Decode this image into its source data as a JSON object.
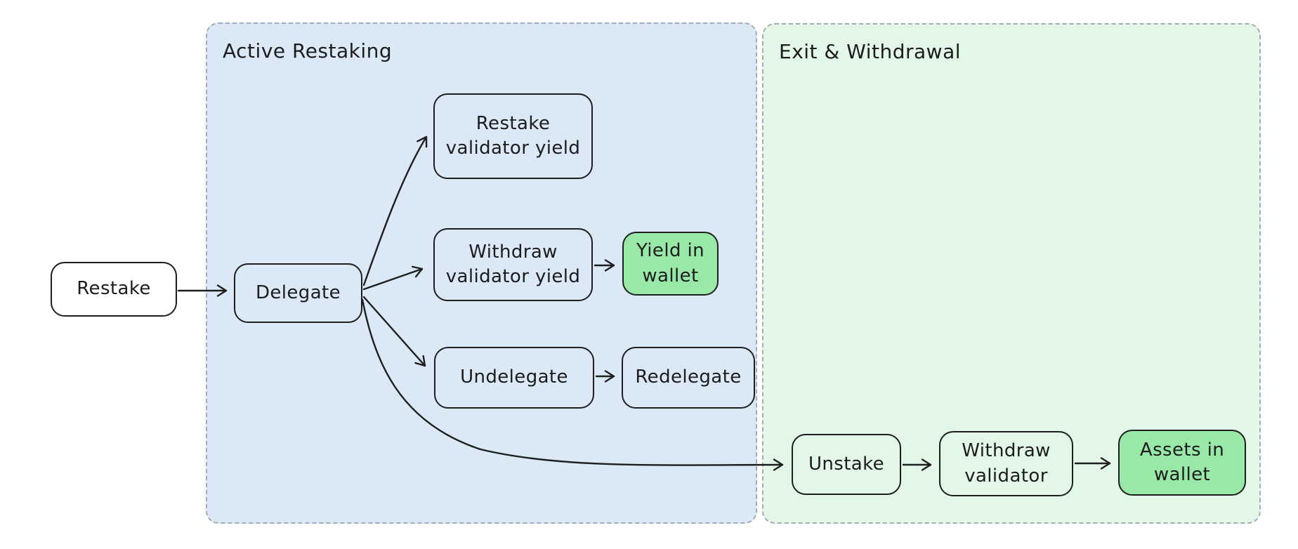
{
  "diagram_type": "flowchart",
  "containers": {
    "active_restaking": {
      "label": "Active Restaking",
      "fill": "#dbe8f6"
    },
    "exit_withdrawal": {
      "label": "Exit & Withdrawal",
      "fill": "#e2f7e8"
    }
  },
  "nodes": {
    "restake": {
      "label": "Restake",
      "fill": "#ffffff"
    },
    "delegate": {
      "label": "Delegate",
      "fill": "transparent"
    },
    "restake_validator_yield": {
      "label": "Restake\nvalidator yield",
      "fill": "transparent"
    },
    "withdraw_validator_yield": {
      "label": "Withdraw\nvalidator yield",
      "fill": "transparent"
    },
    "yield_in_wallet": {
      "label": "Yield in\nwallet",
      "fill": "#98e8a7"
    },
    "undelegate": {
      "label": "Undelegate",
      "fill": "transparent"
    },
    "redelegate": {
      "label": "Redelegate",
      "fill": "transparent"
    },
    "unstake": {
      "label": "Unstake",
      "fill": "transparent"
    },
    "withdraw_validator": {
      "label": "Withdraw\nvalidator",
      "fill": "transparent"
    },
    "assets_in_wallet": {
      "label": "Assets in\nwallet",
      "fill": "#98e8a7"
    }
  },
  "edges": [
    {
      "from": "restake",
      "to": "delegate"
    },
    {
      "from": "delegate",
      "to": "restake_validator_yield"
    },
    {
      "from": "delegate",
      "to": "withdraw_validator_yield"
    },
    {
      "from": "delegate",
      "to": "undelegate"
    },
    {
      "from": "delegate",
      "to": "unstake"
    },
    {
      "from": "withdraw_validator_yield",
      "to": "yield_in_wallet"
    },
    {
      "from": "undelegate",
      "to": "redelegate"
    },
    {
      "from": "unstake",
      "to": "withdraw_validator"
    },
    {
      "from": "withdraw_validator",
      "to": "assets_in_wallet"
    }
  ],
  "colors": {
    "canvas_bg": "#ffffff",
    "active_container_fill": "#dbe8f6",
    "exit_container_fill": "#e2f7e8",
    "highlight_node_fill": "#98e8a7",
    "node_border": "#1e1e1e",
    "container_border": "#a5abb3",
    "text": "#1c1c1e"
  }
}
